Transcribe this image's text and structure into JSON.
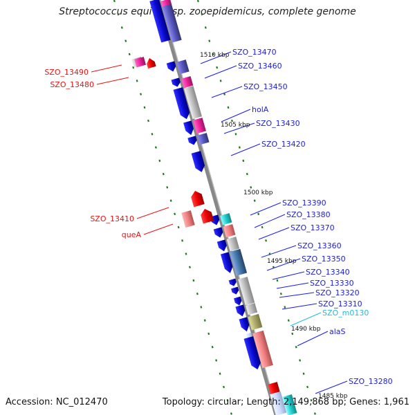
{
  "title": "Streptococcus equi subsp. zooepidemicus, complete genome",
  "footer": {
    "accession": "Accession: NC_012470",
    "summary": "Topology: circular; Length: 2,149,868 bp; Genes: 1,961"
  },
  "colors": {
    "forward_gene": "#1a1aee",
    "reverse_gene": "#ee1111",
    "rna_label": "#22bbdd",
    "backbone": "#888888",
    "tick": "#227722"
  },
  "scale_labels": [
    "1510 kbp",
    "1505 kbp",
    "1500 kbp",
    "1495 kbp",
    "1490 kbp",
    "1485 kbp"
  ],
  "genes_forward": [
    "SZO_13470",
    "SZO_13460",
    "SZO_13450",
    "holA",
    "SZO_13430",
    "SZO_13420",
    "SZO_13390",
    "SZO_13380",
    "SZO_13370",
    "SZO_13360",
    "SZO_13350",
    "SZO_13340",
    "SZO_13330",
    "SZO_13320",
    "SZO_13310",
    "SZO_m0130",
    "alaS",
    "SZO_13280"
  ],
  "genes_reverse": [
    "SZO_13490",
    "SZO_13480",
    "SZO_13410",
    "queA"
  ]
}
